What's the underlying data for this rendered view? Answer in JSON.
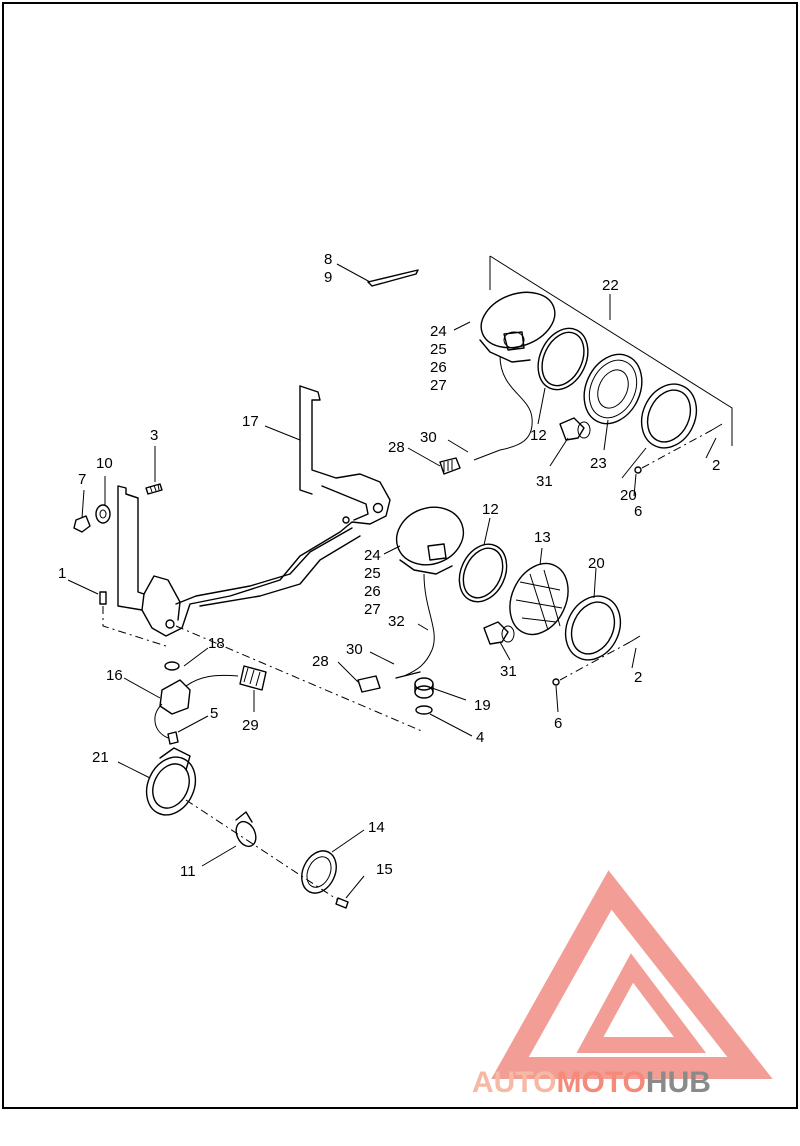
{
  "callouts": {
    "c1": "1",
    "c2a": "2",
    "c2b": "2",
    "c3": "3",
    "c4": "4",
    "c5": "5",
    "c6a": "6",
    "c6b": "6",
    "c7": "7",
    "c8": "8",
    "c9": "9",
    "c10": "10",
    "c11": "11",
    "c12a": "12",
    "c12b": "12",
    "c13": "13",
    "c14": "14",
    "c15": "15",
    "c16": "16",
    "c17": "17",
    "c18": "18",
    "c19": "19",
    "c20a": "20",
    "c20b": "20",
    "c21": "21",
    "c22": "22",
    "c23": "23",
    "c24a": "24",
    "c25a": "25",
    "c26a": "26",
    "c27a": "27",
    "c24b": "24",
    "c25b": "25",
    "c26b": "26",
    "c27b": "27",
    "c28a": "28",
    "c28b": "28",
    "c29": "29",
    "c30a": "30",
    "c30b": "30",
    "c31a": "31",
    "c31b": "31",
    "c32": "32"
  },
  "watermark": {
    "part1": "AUTO",
    "part2": "MOTO",
    "part3": "HUB",
    "colors": {
      "auto": "#f7b9a4",
      "moto": "#f58a7a",
      "hub": "#8a8a8a",
      "logo": "#f08c84"
    }
  }
}
